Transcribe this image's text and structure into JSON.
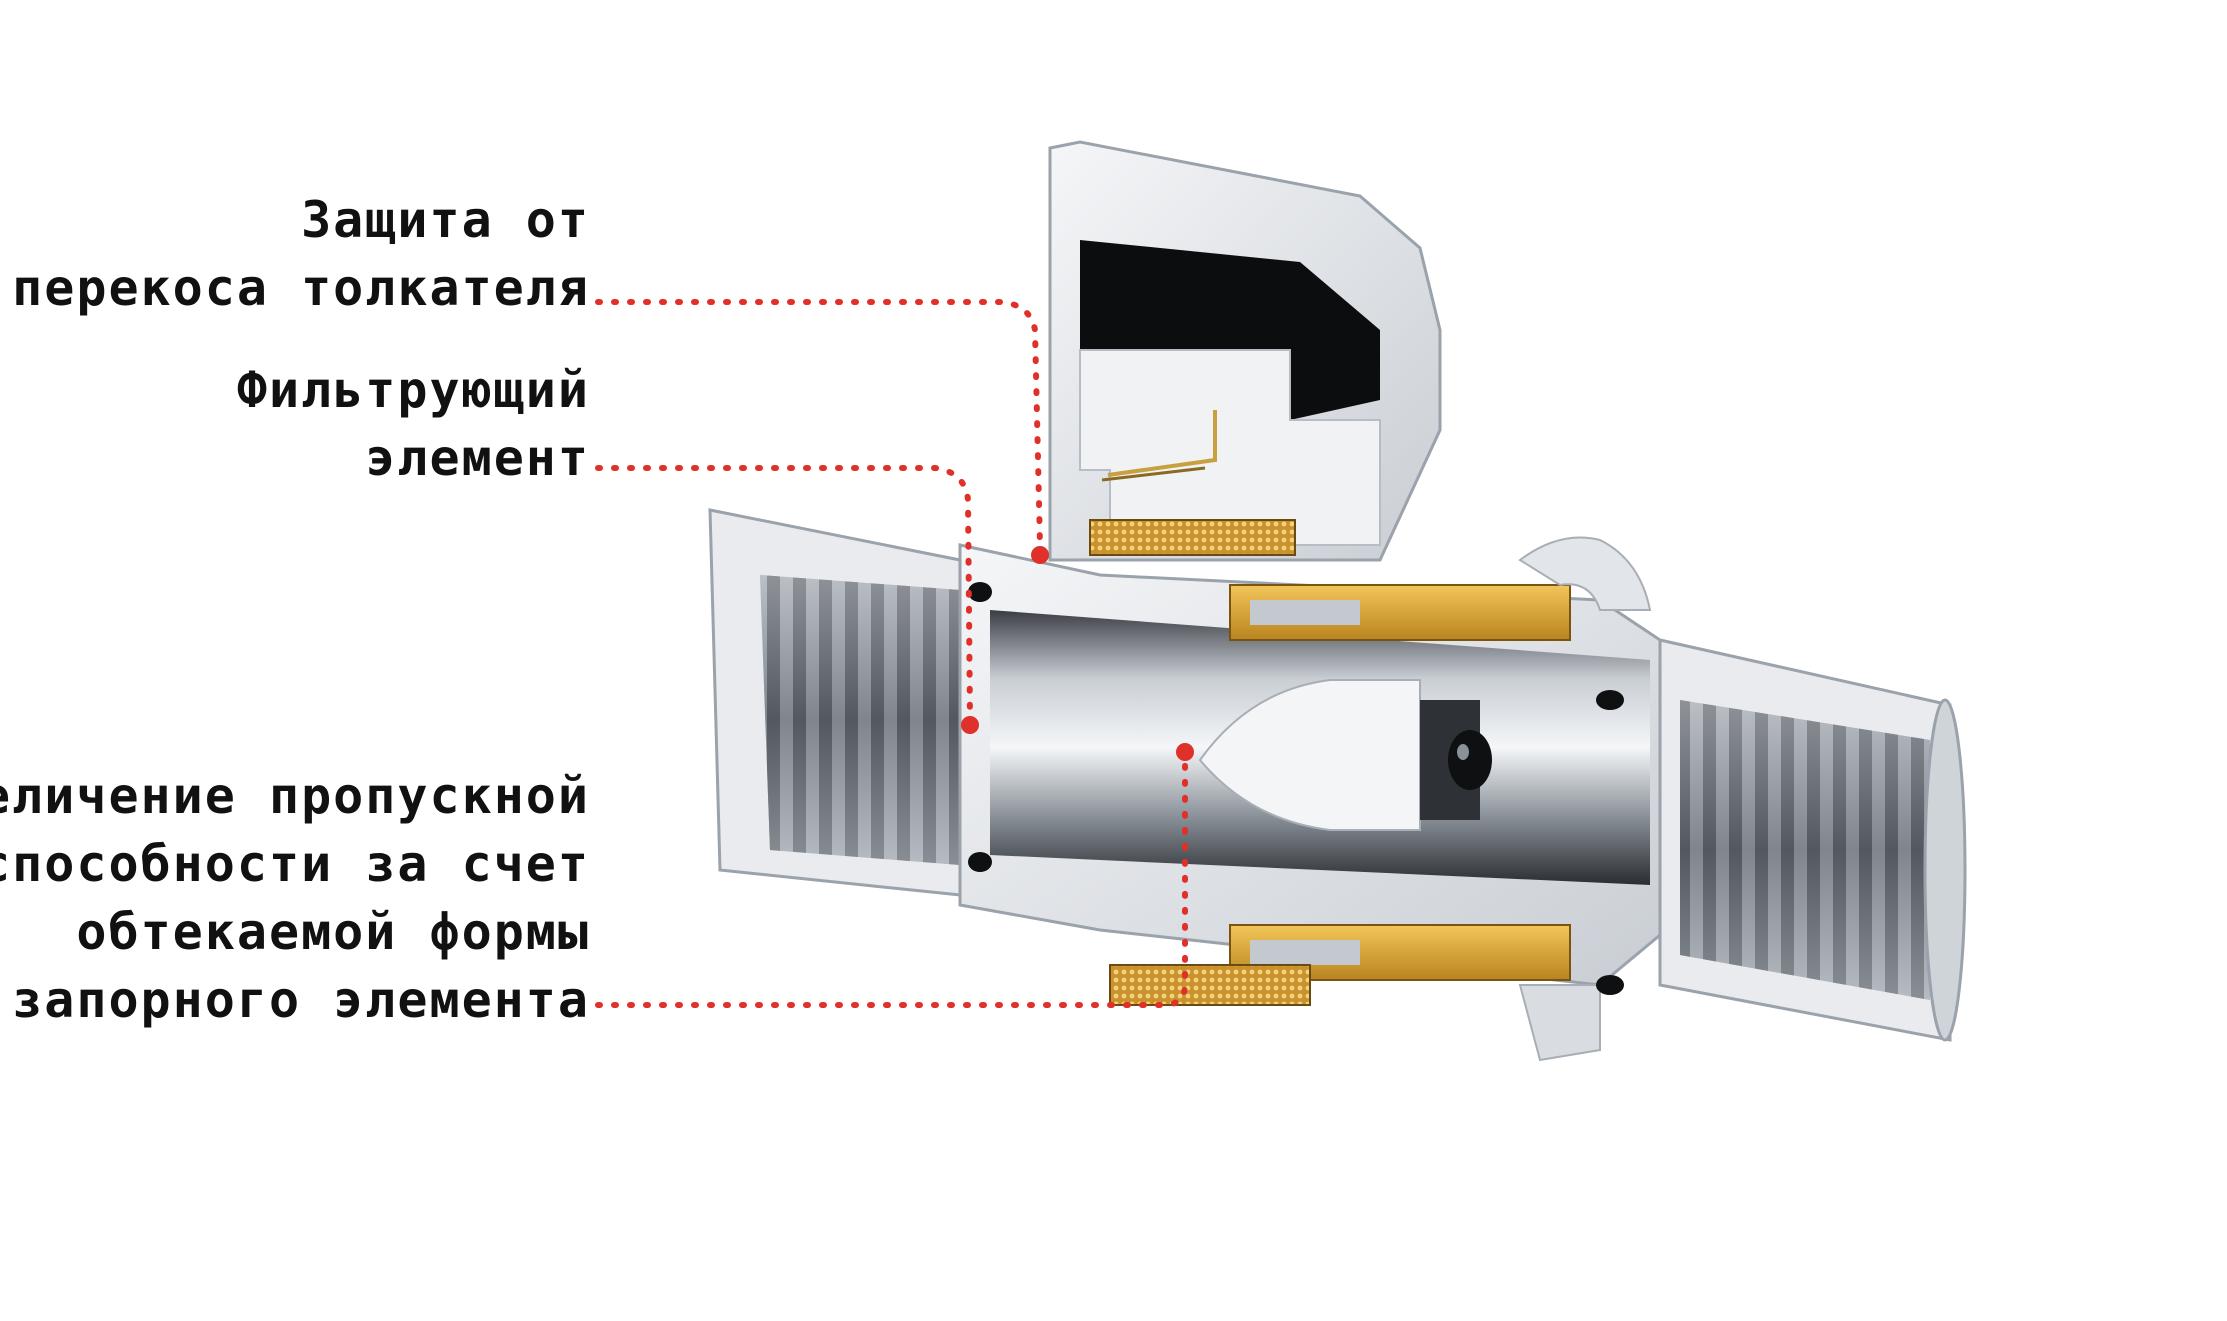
{
  "callouts": [
    {
      "lines": [
        "Защита от",
        "перекоса толкателя"
      ]
    },
    {
      "lines": [
        "Фильтрующий",
        "элемент"
      ]
    },
    {
      "lines": [
        "Увеличение пропускной",
        "способности за счет",
        "обтекаемой формы",
        "запорного элемента"
      ]
    }
  ],
  "colors": {
    "leader_line": "#e0302a",
    "body": "#e9ebee",
    "shadow": "#9aa2ab",
    "metal": "#7f868e",
    "dark_metal": "#2f3338",
    "brass": "#d8a437",
    "text": "#111111"
  }
}
